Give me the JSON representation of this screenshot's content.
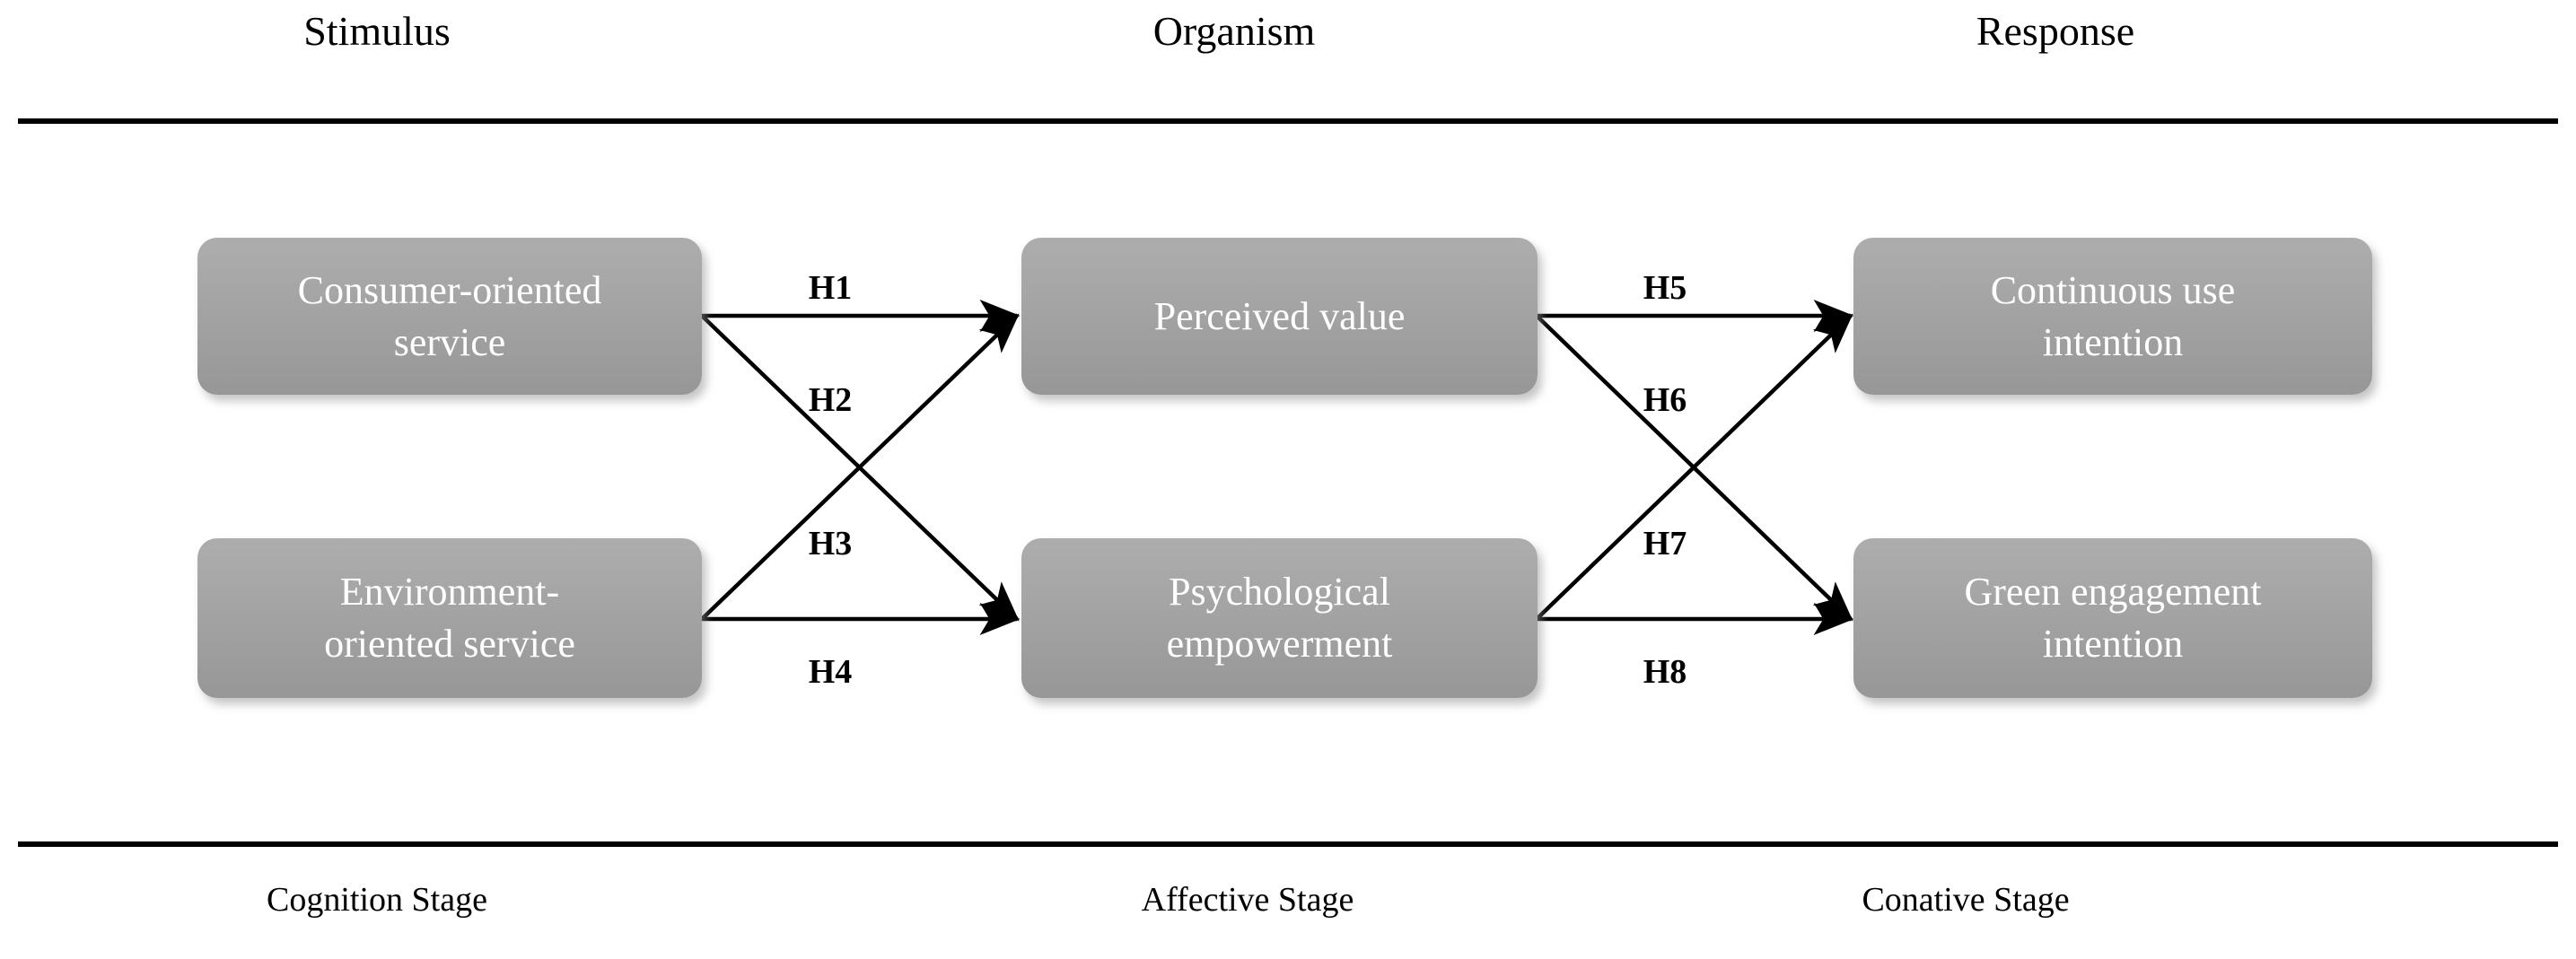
{
  "figure": {
    "type": "conceptual-model-diagram",
    "framework": "Stimulus-Organism-Response (S-O-R)"
  },
  "columns": {
    "headers": [
      {
        "id": "stimulus",
        "label": "Stimulus"
      },
      {
        "id": "organism",
        "label": "Organism"
      },
      {
        "id": "response",
        "label": "Response"
      }
    ],
    "stage_labels": [
      {
        "id": "cognition",
        "label": "Cognition Stage"
      },
      {
        "id": "affective",
        "label": "Affective Stage"
      },
      {
        "id": "conative",
        "label": "Conative Stage"
      }
    ]
  },
  "nodes": [
    {
      "id": "consumer-oriented-service",
      "line1": "Consumer-oriented",
      "line2": "service",
      "column": "stimulus",
      "row": "top"
    },
    {
      "id": "environment-oriented-service",
      "line1": "Environment-",
      "line2": "oriented service",
      "column": "stimulus",
      "row": "bottom"
    },
    {
      "id": "perceived-value",
      "line1": "Perceived value",
      "line2": "",
      "column": "organism",
      "row": "top"
    },
    {
      "id": "psychological-empowerment",
      "line1": "Psychological",
      "line2": "empowerment",
      "column": "organism",
      "row": "bottom"
    },
    {
      "id": "continuous-use-intention",
      "line1": "Continuous use",
      "line2": "intention",
      "column": "response",
      "row": "top"
    },
    {
      "id": "green-engagement-intention",
      "line1": "Green engagement",
      "line2": "intention",
      "column": "response",
      "row": "bottom"
    }
  ],
  "hypotheses": [
    {
      "id": "H1",
      "label": "H1",
      "from": "consumer-oriented-service",
      "to": "perceived-value"
    },
    {
      "id": "H2",
      "label": "H2",
      "from": "consumer-oriented-service",
      "to": "psychological-empowerment"
    },
    {
      "id": "H3",
      "label": "H3",
      "from": "environment-oriented-service",
      "to": "perceived-value"
    },
    {
      "id": "H4",
      "label": "H4",
      "from": "environment-oriented-service",
      "to": "psychological-empowerment"
    },
    {
      "id": "H5",
      "label": "H5",
      "from": "perceived-value",
      "to": "continuous-use-intention"
    },
    {
      "id": "H6",
      "label": "H6",
      "from": "perceived-value",
      "to": "green-engagement-intention"
    },
    {
      "id": "H7",
      "label": "H7",
      "from": "psychological-empowerment",
      "to": "continuous-use-intention"
    },
    {
      "id": "H8",
      "label": "H8",
      "from": "psychological-empowerment",
      "to": "green-engagement-intention"
    }
  ],
  "colors": {
    "node_fill": "#a2a2a2",
    "node_text": "#ffffff",
    "line": "#000000",
    "background": "#ffffff"
  }
}
